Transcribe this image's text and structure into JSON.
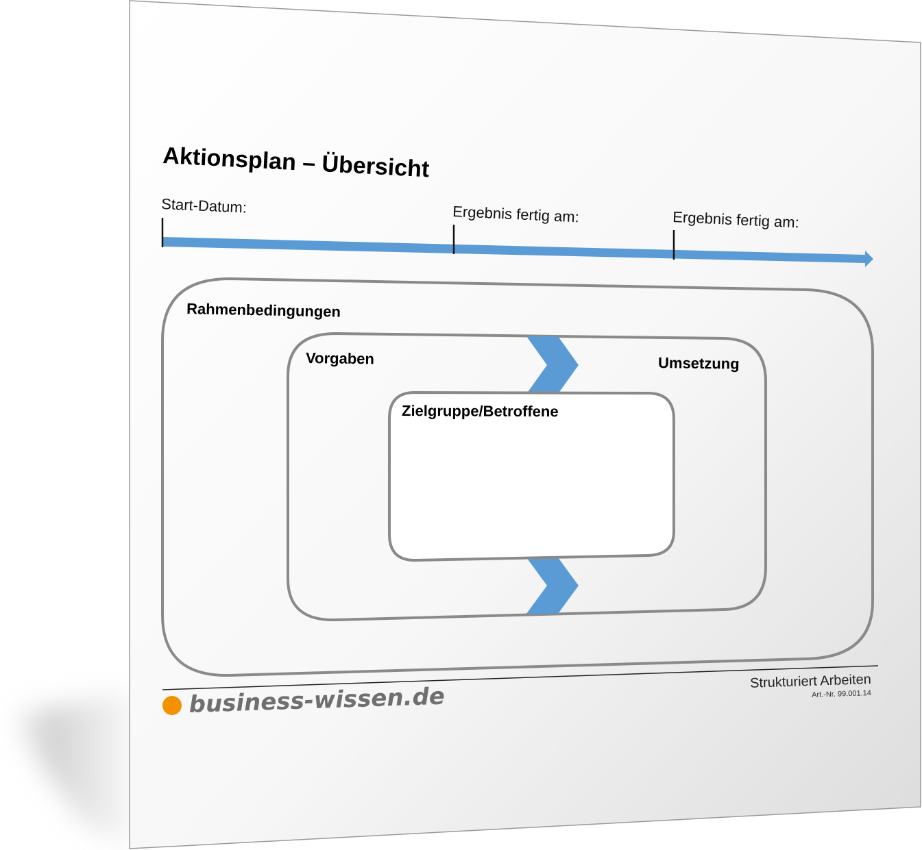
{
  "document": {
    "title": "Aktionsplan – Übersicht"
  },
  "timeline": {
    "milestones": [
      {
        "label": "Start-Datum:"
      },
      {
        "label": "Ergebnis fertig am:"
      },
      {
        "label": "Ergebnis fertig am:"
      }
    ]
  },
  "regions": {
    "outer": "Rahmenbedingungen",
    "middle_left": "Vorgaben",
    "middle_right": "Umsetzung",
    "inner": "Zielgruppe/Betroffene"
  },
  "footer": {
    "brand": "business-wissen.de",
    "series": "Strukturiert Arbeiten",
    "article_number": "Art.-Nr. 99.001.14"
  },
  "colors": {
    "accent_blue": "#5b9bd5",
    "frame_gray": "#8a8a8a",
    "brand_orange": "#f39200",
    "brand_gray": "#6f6f6f"
  }
}
